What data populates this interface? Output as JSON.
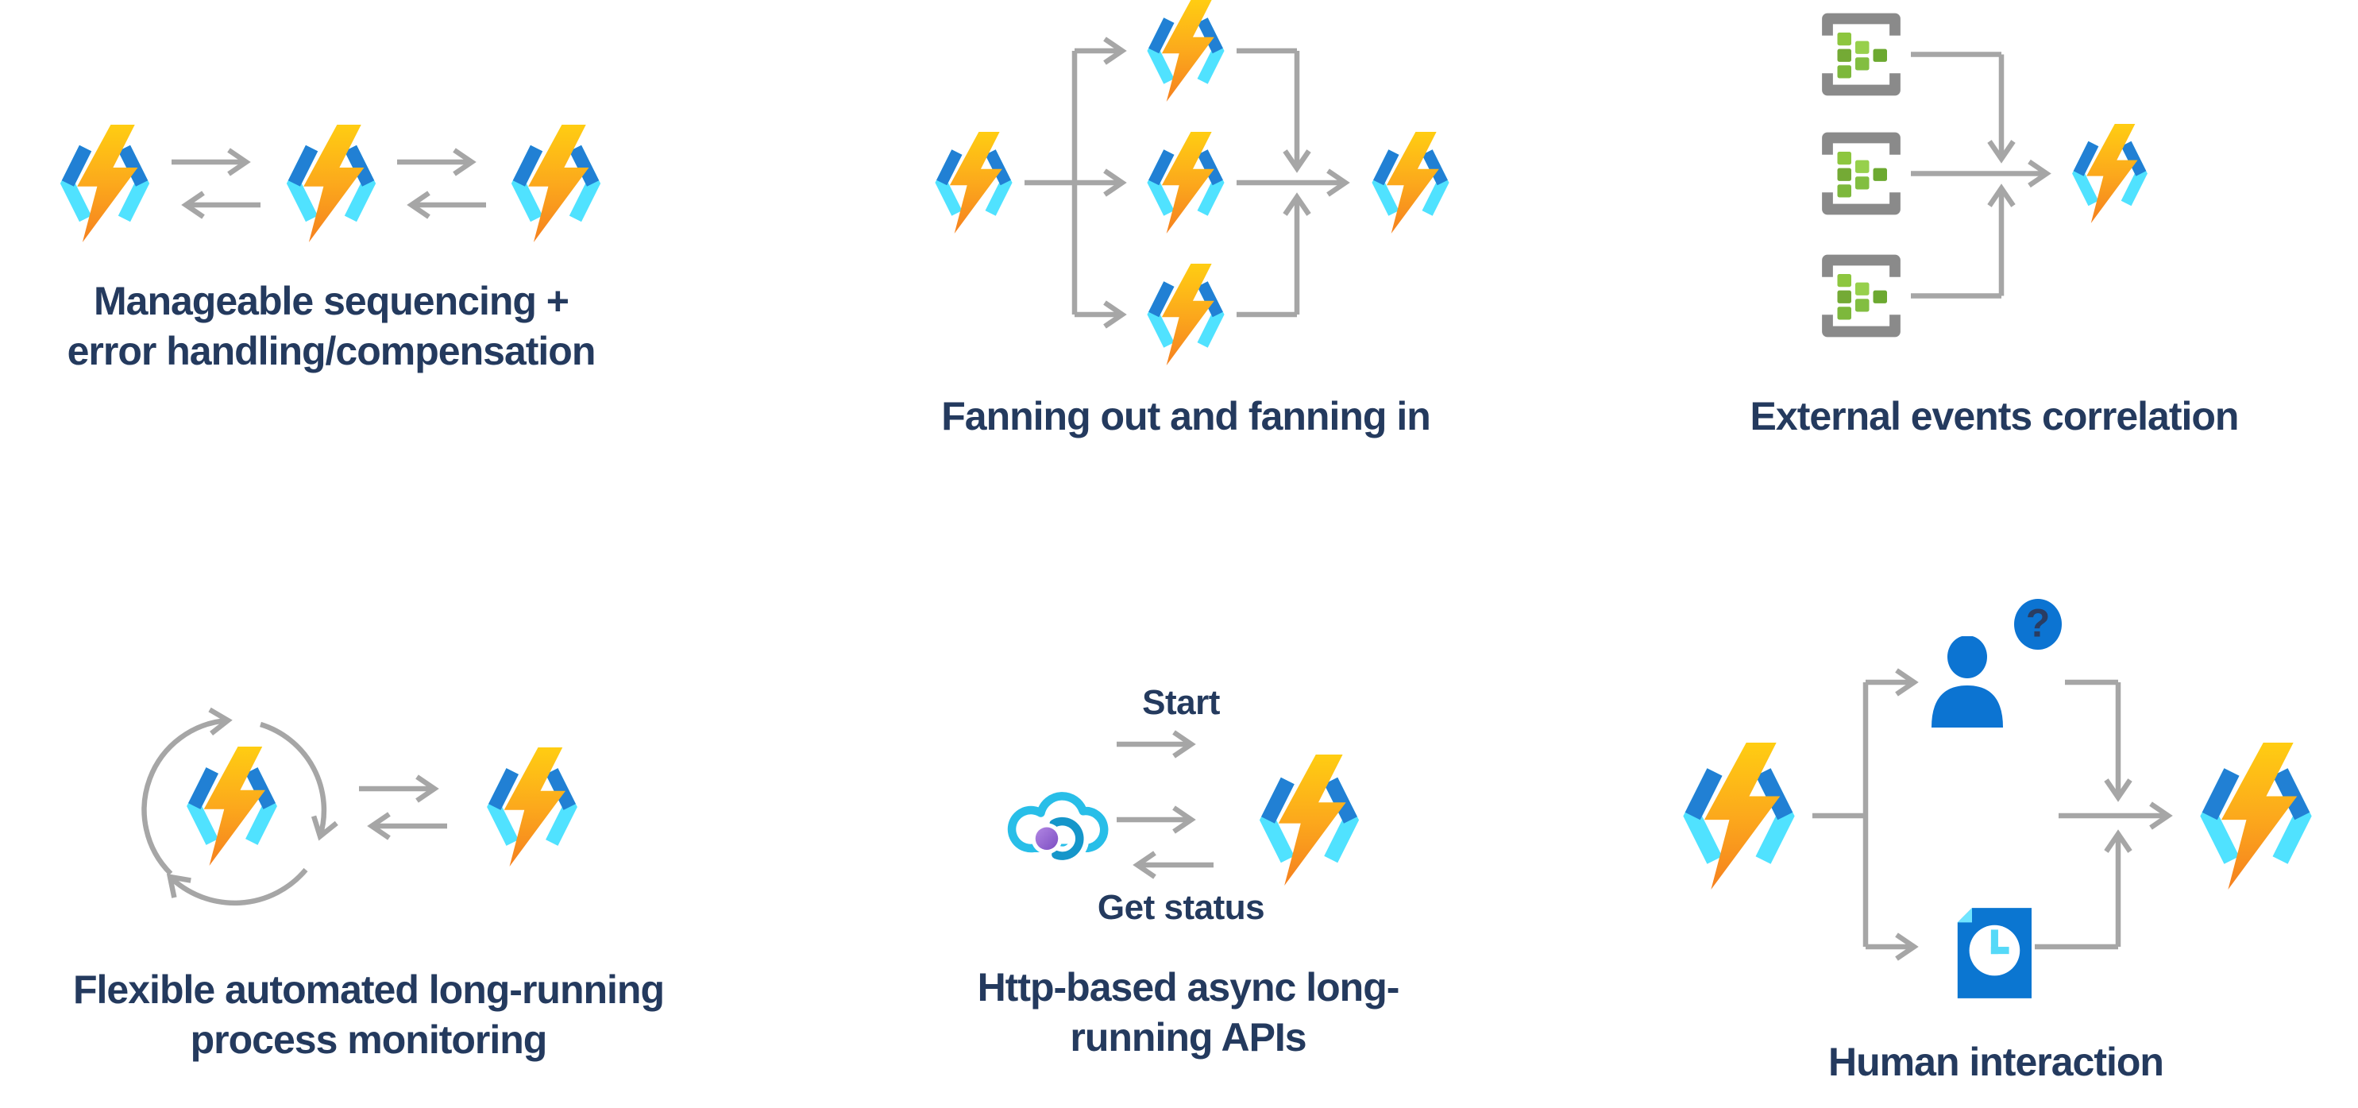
{
  "figure": {
    "background": "#FFFFFF",
    "description_of_content": "Six Azure Durable Functions application pattern mini-diagrams"
  },
  "panels": {
    "sequencing": {
      "caption_line1": "Manageable sequencing +",
      "caption_line2": "error handling/compensation"
    },
    "fan_out_in": {
      "caption": "Fanning out and fanning in"
    },
    "external_events": {
      "caption": "External events correlation"
    },
    "monitoring": {
      "caption_line1": "Flexible automated long-running",
      "caption_line2": "process monitoring"
    },
    "async_http": {
      "start_label": "Start",
      "get_status_label": "Get status",
      "caption_line1": "Http-based async long-",
      "caption_line2": "running APIs"
    },
    "human_interaction": {
      "caption": "Human interaction",
      "question_mark": "?"
    }
  },
  "icons": {
    "azure_function": "lightning-bolt-between-angle-brackets",
    "event_source": "gray-bracket-frame-with-green-squares",
    "cloud_client": "cyan-cloud-outline-with-purple-dot-and-swirl",
    "person": "blue-person-silhouette",
    "question_badge": "question-mark-in-blue-circle",
    "timer_document": "blue-document-with-clock-and-folded-corner"
  },
  "colors": {
    "caption_text": "#243A5E",
    "connector_gray": "#A6A6A6",
    "event_frame_gray": "#8A8A8A",
    "bolt_gradient_top": "#FFCD12",
    "bolt_gradient_bottom": "#F5801F",
    "bracket_blue": "#2180D4",
    "bracket_cyan": "#50E2FF",
    "event_green_light": "#97D04C",
    "event_green_dark": "#6CA930",
    "cloud_cyan": "#28BEE8",
    "cloud_hook_teal": "#1596CA",
    "purple_dot": "#9A67D5",
    "solid_blue": "#0C74D2",
    "doc_blue": "#0B76D1",
    "doc_fold_cyan": "#6FE5FF",
    "clock_hand_cyan": "#55D9F8"
  }
}
